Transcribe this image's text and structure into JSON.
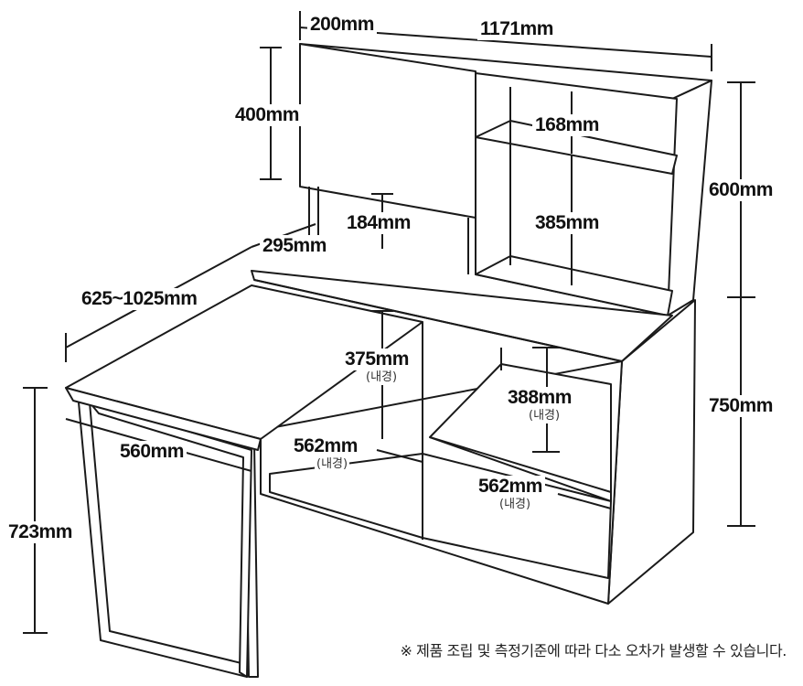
{
  "dimensions": {
    "top_depth": "200mm",
    "total_width": "1171mm",
    "cabinet_height": "400mm",
    "shelf_spacing": "168mm",
    "hutch_height": "600mm",
    "under_cabinet_gap": "184mm",
    "open_shelf_height": "385mm",
    "desk_depth": "295mm",
    "extend_range": "625~1025mm",
    "knee_height": "375mm",
    "right_lower_height": "388mm",
    "base_height": "750mm",
    "side_desk_width": "560mm",
    "left_drawer_depth": "562mm",
    "right_drawer_depth": "562mm",
    "side_desk_height": "723mm"
  },
  "inner_label": "(내경)",
  "note": "※ 제품 조립 및 측정기준에 따라 다소 오차가 발생할 수 있습니다.",
  "colors": {
    "line": "#1a1a1a",
    "panel": "#ffffff"
  }
}
